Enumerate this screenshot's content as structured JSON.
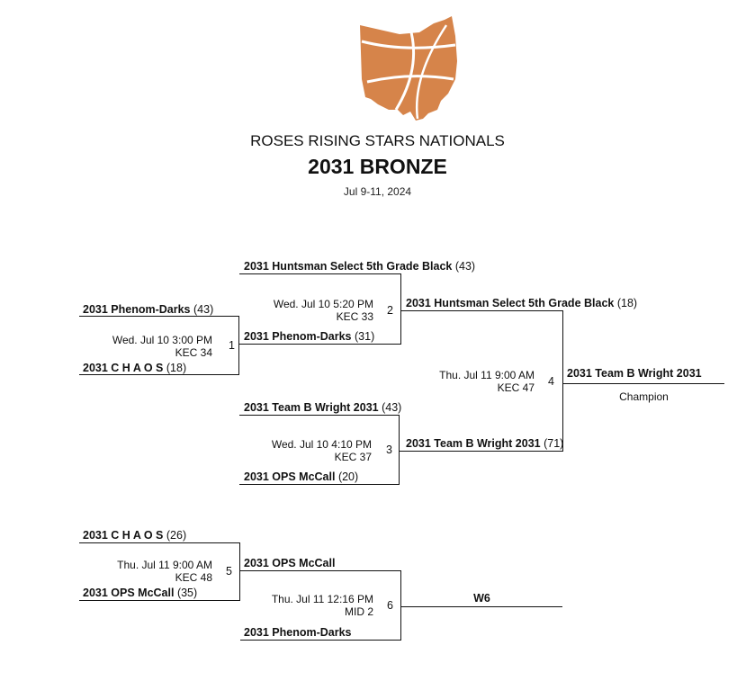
{
  "header": {
    "event": "ROSES RISING STARS NATIONALS",
    "division": "2031 BRONZE",
    "dates": "Jul 9-11, 2024"
  },
  "colors": {
    "logo": "#D6844A",
    "line": "#111111"
  },
  "icons": {
    "logo": "ohio-basketball-logo"
  },
  "games": {
    "g1": {
      "num": "1",
      "date": "Wed. Jul 10 3:00 PM",
      "court": "KEC 34",
      "top": {
        "team": "2031 Phenom-Darks",
        "score": "(43)"
      },
      "bottom": {
        "team": "2031 C H A O S",
        "score": "(18)"
      }
    },
    "g2": {
      "num": "2",
      "date": "Wed. Jul 10 5:20 PM",
      "court": "KEC 33",
      "top": {
        "team": "2031 Huntsman Select 5th Grade Black",
        "score": "(43)"
      },
      "bottom": {
        "team": "2031 Phenom-Darks",
        "score": "(31)"
      }
    },
    "g3": {
      "num": "3",
      "date": "Wed. Jul 10 4:10 PM",
      "court": "KEC 37",
      "top": {
        "team": "2031 Team B Wright 2031",
        "score": "(43)"
      },
      "bottom": {
        "team": "2031 OPS McCall",
        "score": "(20)"
      }
    },
    "g4": {
      "num": "4",
      "date": "Thu. Jul 11 9:00 AM",
      "court": "KEC 47",
      "top": {
        "team": "2031 Huntsman Select 5th Grade Black",
        "score": "(18)"
      },
      "bottom": {
        "team": "2031 Team B Wright 2031",
        "score": "(71)"
      }
    },
    "champion": {
      "team": "2031 Team B Wright 2031",
      "label": "Champion"
    },
    "g5": {
      "num": "5",
      "date": "Thu. Jul 11 9:00 AM",
      "court": "KEC 48",
      "top": {
        "team": "2031 C H A O S",
        "score": "(26)"
      },
      "bottom": {
        "team": "2031 OPS McCall",
        "score": "(35)"
      }
    },
    "g6": {
      "num": "6",
      "date": "Thu. Jul 11 12:16 PM",
      "court": "MID 2",
      "top": {
        "team": "2031 OPS McCall"
      },
      "bottom": {
        "team": "2031 Phenom-Darks"
      },
      "winner": "W6"
    }
  }
}
